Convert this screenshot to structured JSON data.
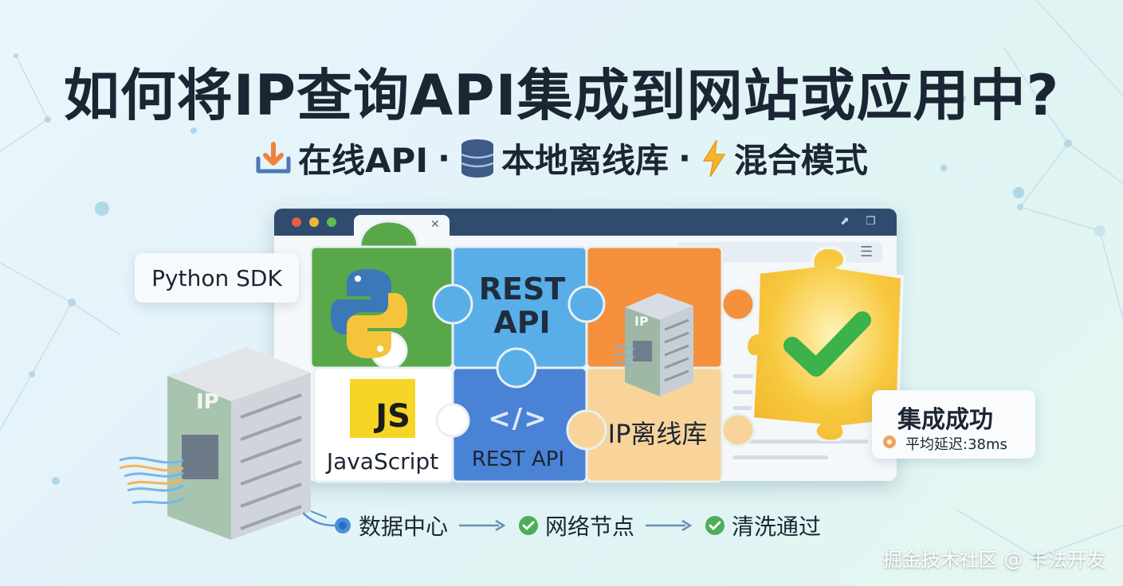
{
  "title": "如何将IP查询API集成到网站或应用中?",
  "subtitle": {
    "part1": "在线API",
    "part2": "本地离线库",
    "part3": "混合模式",
    "separator": "·",
    "icons": [
      "download-icon",
      "database-icon",
      "lightning-icon"
    ]
  },
  "badges": {
    "python_sdk": "Python SDK",
    "server_label": "IP"
  },
  "puzzle": {
    "rest_api_line1": "REST",
    "rest_api_line2": "API",
    "js_badge": "JS",
    "javascript": "JavaScript",
    "code_symbol": "</>",
    "rest_api_small": "REST API",
    "ip_offline_db": "IP离线库",
    "mini_server_label": "IP"
  },
  "success_card": {
    "title": "集成成功",
    "latency": "平均延迟:38ms"
  },
  "flow": {
    "step1": "数据中心",
    "step2": "网络节点",
    "step3": "清洗通过"
  },
  "watermark": "掘金技术社区 @ 卡法开发",
  "colors": {
    "green": "#58a84a",
    "blue": "#5aaee8",
    "orange": "#f5903c",
    "yellow": "#f5c43a",
    "royal_blue": "#4a82d6",
    "peach": "#f8d49a",
    "titlebar": "#2f4b6e"
  }
}
